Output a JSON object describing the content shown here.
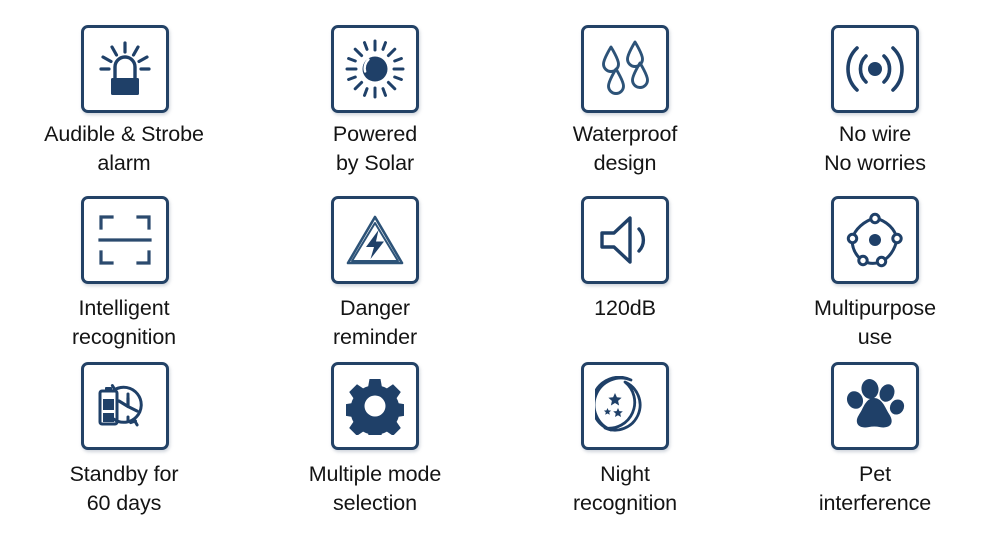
{
  "page": {
    "title": "Product feature icon grid",
    "background_color": "#ffffff",
    "accent_color": "#234266",
    "icon_fill_color": "#1f4068",
    "text_color": "#141414",
    "columns": 4,
    "rows": 3
  },
  "features": [
    {
      "id": "audible-strobe-alarm",
      "icon": "siren-alarm-icon",
      "label": "Audible & Strobe\nalarm",
      "row": 1,
      "col": 1
    },
    {
      "id": "powered-by-solar",
      "icon": "sun-solar-icon",
      "label": "Powered\nby Solar",
      "row": 1,
      "col": 2
    },
    {
      "id": "waterproof-design",
      "icon": "water-drops-icon",
      "label": "Waterproof\ndesign",
      "row": 1,
      "col": 3
    },
    {
      "id": "no-wire-no-worries",
      "icon": "wireless-signal-icon",
      "label": "No wire\nNo worries",
      "row": 1,
      "col": 4
    },
    {
      "id": "intelligent-recognition",
      "icon": "scan-frame-icon",
      "label": "Intelligent\nrecognition",
      "row": 2,
      "col": 1
    },
    {
      "id": "danger-reminder",
      "icon": "warning-triangle-bolt-icon",
      "label": "Danger\nreminder",
      "row": 2,
      "col": 2
    },
    {
      "id": "volume-120db",
      "icon": "speaker-volume-icon",
      "label": "120dB",
      "row": 2,
      "col": 3
    },
    {
      "id": "multipurpose-use",
      "icon": "network-hub-icon",
      "label": "Multipurpose\nuse",
      "row": 2,
      "col": 4
    },
    {
      "id": "standby-60-days",
      "icon": "battery-clock-icon",
      "label": "Standby for\n60 days",
      "row": 3,
      "col": 1
    },
    {
      "id": "multiple-mode-selection",
      "icon": "gear-icon",
      "label": "Multiple mode\nselection",
      "row": 3,
      "col": 2
    },
    {
      "id": "night-recognition",
      "icon": "moon-stars-icon",
      "label": "Night\nrecognition",
      "row": 3,
      "col": 3
    },
    {
      "id": "pet-interference",
      "icon": "paw-print-icon",
      "label": "Pet\ninterference",
      "row": 3,
      "col": 4
    }
  ]
}
